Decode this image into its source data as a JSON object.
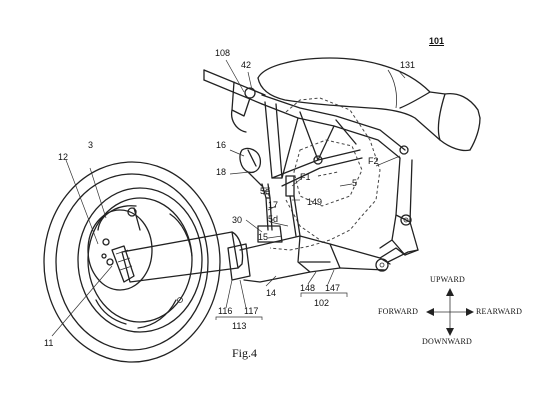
{
  "figure": {
    "caption": "Fig.4",
    "main_ref": "101"
  },
  "directions": {
    "up": "UPWARD",
    "down": "DOWNWARD",
    "forward": "FORWARD",
    "rearward": "REARWARD"
  },
  "reference_numerals": [
    "108",
    "42",
    "131",
    "16",
    "18",
    "F1",
    "F2",
    "5",
    "5e",
    "17",
    "149",
    "30",
    "5d",
    "15",
    "12",
    "3",
    "11",
    "116",
    "117",
    "113",
    "14",
    "148",
    "147",
    "102"
  ]
}
